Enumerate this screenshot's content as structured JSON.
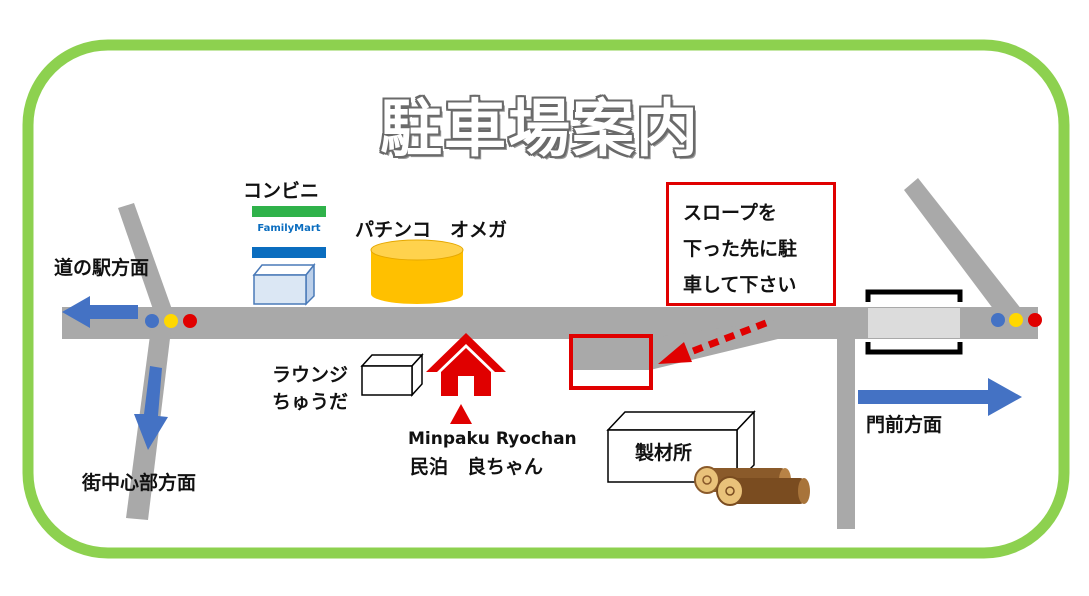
{
  "title": "駐車場案内",
  "notice": {
    "lines": [
      "スロープを",
      "下った先に駐",
      "車して下さい"
    ]
  },
  "landmarks": {
    "convenience_store": "コンビニ",
    "familymart_logo": "FamilyMart",
    "pachinko": "パチンコ　オメガ",
    "lounge_line1": "ラウンジ",
    "lounge_line2": "ちゅうだ",
    "lumber_mill": "製材所",
    "minpaku_en": "Minpaku Ryochan",
    "minpaku_jp": "民泊　良ちゃん"
  },
  "directions": {
    "michinoeki": "道の駅方面",
    "town_center": "街中心部方面",
    "monzen": "門前方面"
  },
  "colors": {
    "frame": "#8dd14f",
    "road": "#a9a9a9",
    "direction_arrow": "#4472c4",
    "highlight_red": "#e00000",
    "pachinko_gold": "#ffc000",
    "fm_green": "#2fb24a",
    "fm_blue": "#0a6dbf"
  }
}
